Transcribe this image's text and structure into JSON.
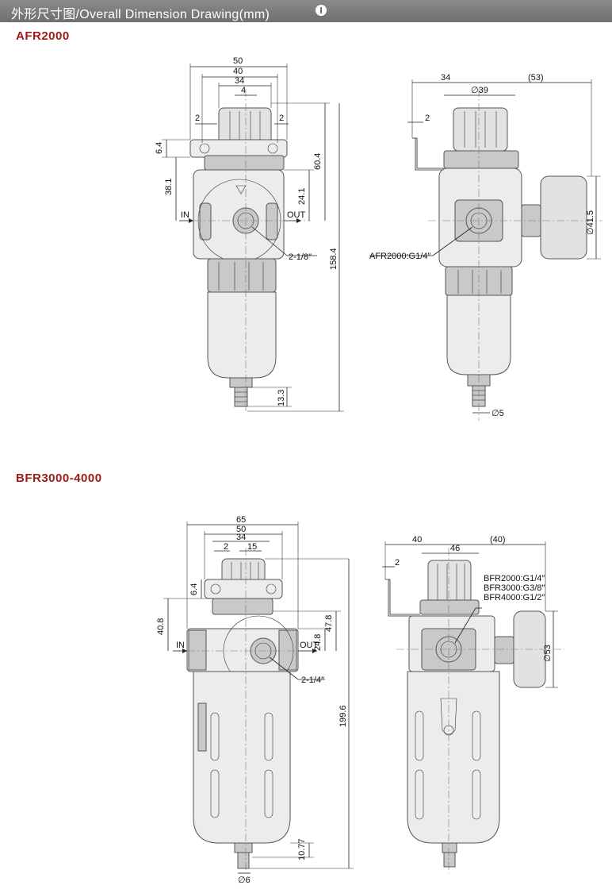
{
  "header": {
    "title": "外形尺寸图/Overall Dimension Drawing(mm)"
  },
  "sections": {
    "afr": "AFR2000",
    "bfr": "BFR3000-4000"
  },
  "afr_front": {
    "d50": "50",
    "d40": "40",
    "d34": "34",
    "d4": "4",
    "d2l": "2",
    "d2r": "2",
    "d64": "6.4",
    "d381": "38.1",
    "d604": "60.4",
    "d241": "24.1",
    "d1584": "158.4",
    "d133": "13.3",
    "in": "IN",
    "out": "OUT",
    "port": "2-1/8″"
  },
  "afr_side": {
    "d34": "34",
    "d53": "(53)",
    "d39": "∅39",
    "d2": "2",
    "d415": "∅41.5",
    "port": "AFR2000:G1/4″",
    "d5": "∅5"
  },
  "bfr_front": {
    "d65": "65",
    "d50": "50",
    "d34": "34",
    "d2": "2",
    "d15": "15",
    "d64": "6.4",
    "d408": "40.8",
    "d248": "24.8",
    "d478": "47.8",
    "d1996": "199.6",
    "d1077": "10.77",
    "in": "IN",
    "out": "OUT",
    "port": "2-1/4″",
    "d6": "∅6"
  },
  "bfr_side": {
    "d40": "40",
    "d46": "46",
    "d40p": "(40)",
    "d2": "2",
    "d53": "∅53",
    "p1": "BFR2000:G1/4″",
    "p2": "BFR3000:G3/8″",
    "p3": "BFR4000:G1/2″"
  },
  "colors": {
    "header": "#7a7a7a",
    "section": "#a01a1a",
    "body": "#ececec"
  }
}
